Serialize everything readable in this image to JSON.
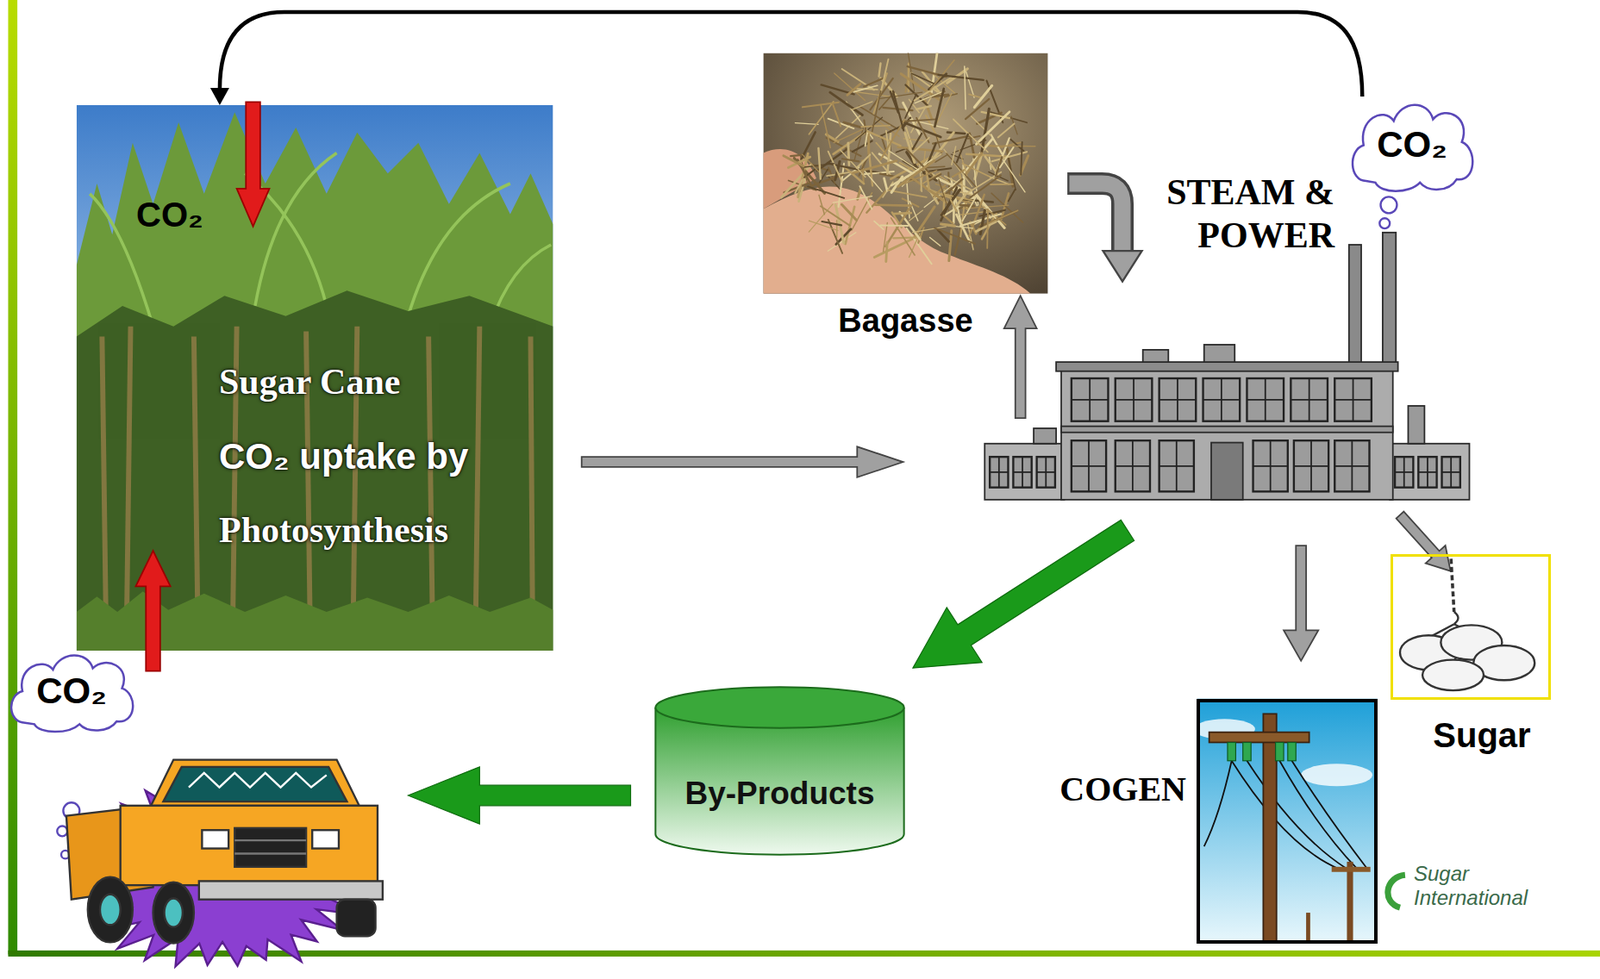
{
  "diagram": {
    "nodes": [
      {
        "text": [
          "Sugar Cane",
          "CO₂ uptake by",
          "Photosynthesis"
        ]
      },
      {
        "text": [
          "Bagasse"
        ]
      },
      {
        "text": [
          "CO₂"
        ]
      },
      {
        "text": [
          "Sugar"
        ]
      },
      {
        "text": [
          "CO₂"
        ]
      },
      {
        "text": [
          "By-Products"
        ]
      },
      {
        "text": [
          "COGEN"
        ]
      }
    ],
    "edges": [
      {
        "from": 2,
        "to": 0,
        "arrow": "to"
      }
    ],
    "labels": [
      "CO₂",
      "STEAM & POWER",
      "Sugar International"
    ]
  }
}
